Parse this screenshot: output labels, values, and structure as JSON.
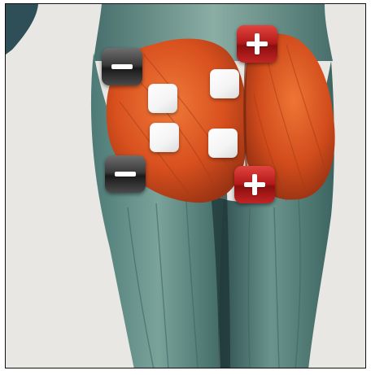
{
  "illustration": {
    "subject": "posterior-hips-and-thighs-muscle-diagram",
    "colors": {
      "background": "#e8e7e3",
      "skin_muscle": "#5f8a84",
      "glute_muscle": "#d8501e",
      "frame_border": "#111111"
    }
  },
  "electrodes": {
    "pads": [
      {
        "id": "pad-upper-left"
      },
      {
        "id": "pad-upper-right"
      },
      {
        "id": "pad-lower-left"
      },
      {
        "id": "pad-lower-right"
      }
    ]
  },
  "polarity": {
    "minus_color": "#2e2e2e",
    "plus_color": "#b81c1c",
    "minus_icon": "minus-icon",
    "plus_icon": "plus-icon"
  }
}
